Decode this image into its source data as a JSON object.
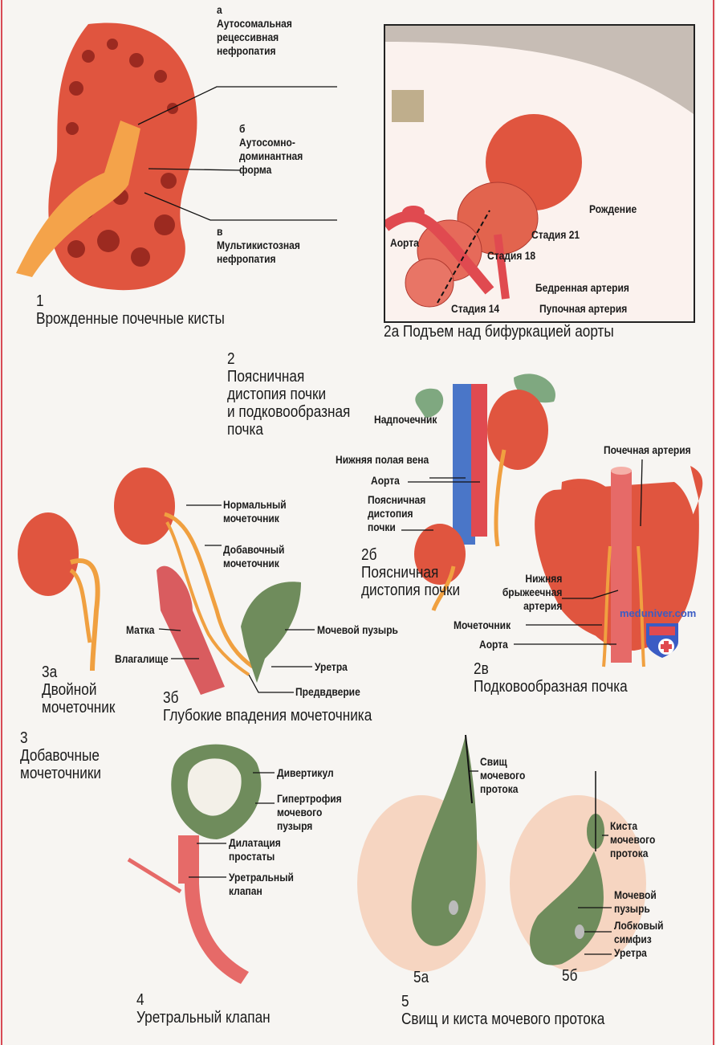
{
  "fig1": {
    "label_a": [
      "а",
      "Аутосомальная",
      "рецессивная",
      "нефропатия"
    ],
    "label_b": [
      "б",
      "Аутосомно-",
      "доминантная",
      "форма"
    ],
    "label_v": [
      "в",
      "Мультикистозная",
      "нефропатия"
    ],
    "number": "1",
    "caption": "Врожденные почечные кисты"
  },
  "fig2": {
    "number": "2",
    "caption": [
      "Поясничная",
      "дистопия почки",
      "и подковообразная",
      "почка"
    ]
  },
  "fig2a": {
    "birth": "Рождение",
    "stage21": "Стадия 21",
    "stage18": "Стадия 18",
    "stage14": "Стадия 14",
    "aorta": "Аорта",
    "femoral": "Бедренная артерия",
    "umbilical": "Пупочная артерия",
    "caption": "2а Подъем над бифуркацией аорты"
  },
  "fig2b": {
    "adrenal": "Надпочечник",
    "ivc": "Нижняя полая вена",
    "aorta": "Аорта",
    "ectopia": [
      "Поясничная",
      "дистопия",
      "почки"
    ],
    "number": "2б",
    "caption": [
      "Поясничная",
      "дистопия почки"
    ]
  },
  "fig2v": {
    "renal_artery": "Почечная артерия",
    "ima": [
      "Нижняя",
      "брыжеечная",
      "артерия"
    ],
    "ureter": "Мочеточник",
    "aorta": "Аорта",
    "number": "2в",
    "caption": "Подковообразная почка"
  },
  "fig3": {
    "normal_ureter": [
      "Нормальный",
      "мочеточник"
    ],
    "extra_ureter": [
      "Добавочный",
      "мочеточник"
    ],
    "uterus": "Матка",
    "vagina": "Влагалище",
    "bladder": "Мочевой пузырь",
    "urethra": "Уретра",
    "vestibule": "Предвдверие",
    "num_3a": "3а",
    "cap_3a": [
      "Двойной",
      "мочеточник"
    ],
    "num_3b": "3б",
    "cap_3b": "Глубокие впадения мочеточника",
    "number": "3",
    "caption": [
      "Добавочные",
      "мочеточники"
    ]
  },
  "fig4": {
    "diverticulum": "Дивертикул",
    "hypertrophy": [
      "Гипертрофия",
      "мочевого",
      "пузыря"
    ],
    "prostate": [
      "Дилатация",
      "простаты"
    ],
    "valve": [
      "Уретральный",
      "клапан"
    ],
    "number": "4",
    "caption": "Уретральный клапан"
  },
  "fig5": {
    "fistula": [
      "Свищ",
      "мочевого",
      "протока"
    ],
    "cyst": [
      "Киста",
      "мочевого",
      "протока"
    ],
    "bladder": [
      "Мочевой",
      "пузырь"
    ],
    "symphysis": [
      "Лобковый",
      "симфиз"
    ],
    "urethra": "Уретра",
    "num_5a": "5а",
    "num_5b": "5б",
    "number": "5",
    "caption": "Свищ и киста мочевого протока"
  },
  "watermark": "meduniver.com",
  "colors": {
    "kidney": "#e0553f",
    "ureter": "#f0a040",
    "bladder": "#6f8c5c",
    "vein": "#4a76c8",
    "artery": "#e04a50",
    "border": "#d84a55"
  }
}
